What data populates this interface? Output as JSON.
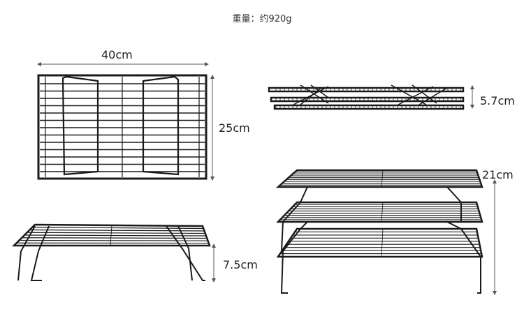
{
  "weight": {
    "label": "重量：约",
    "value": "920g"
  },
  "dimensions": {
    "length": "40cm",
    "width": "25cm",
    "folded_height": "5.7cm",
    "single_height": "7.5cm",
    "stacked_height": "21cm"
  }
}
